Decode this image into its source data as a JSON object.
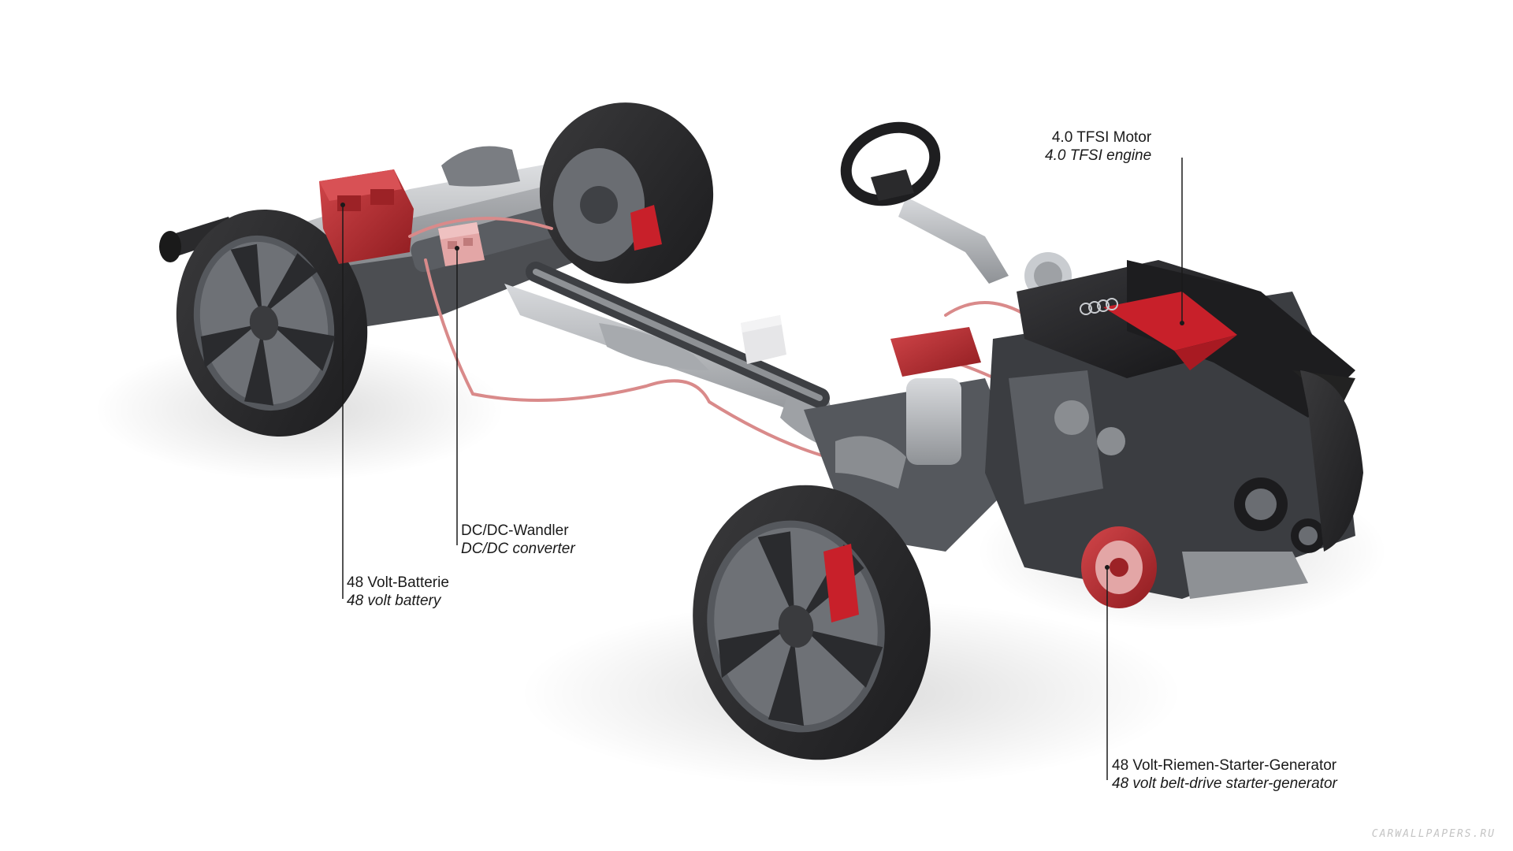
{
  "labels": {
    "engine": {
      "de": "4.0 TFSI Motor",
      "en": "4.0 TFSI engine"
    },
    "dcdc": {
      "de": "DC/DC-Wandler",
      "en": "DC/DC converter"
    },
    "battery": {
      "de": "48 Volt-Batterie",
      "en": "48 volt battery"
    },
    "rsg": {
      "de": "48 Volt-Riemen-Starter-Generator",
      "en": "48 volt belt-drive starter-generator"
    }
  },
  "watermark": "CARWALLPAPERS.RU",
  "colors": {
    "background": "#ffffff",
    "tire": "#2b2b2d",
    "rim": "#4a4c50",
    "engine_cover": "#1d1d1f",
    "accent_red": "#c8202a",
    "battery_red": "#b3282c",
    "cable": "#d98a8a",
    "metal": "#b9bcc0",
    "leader_line": "#1a1a1a"
  },
  "icons": [
    "audi-rings-icon"
  ]
}
